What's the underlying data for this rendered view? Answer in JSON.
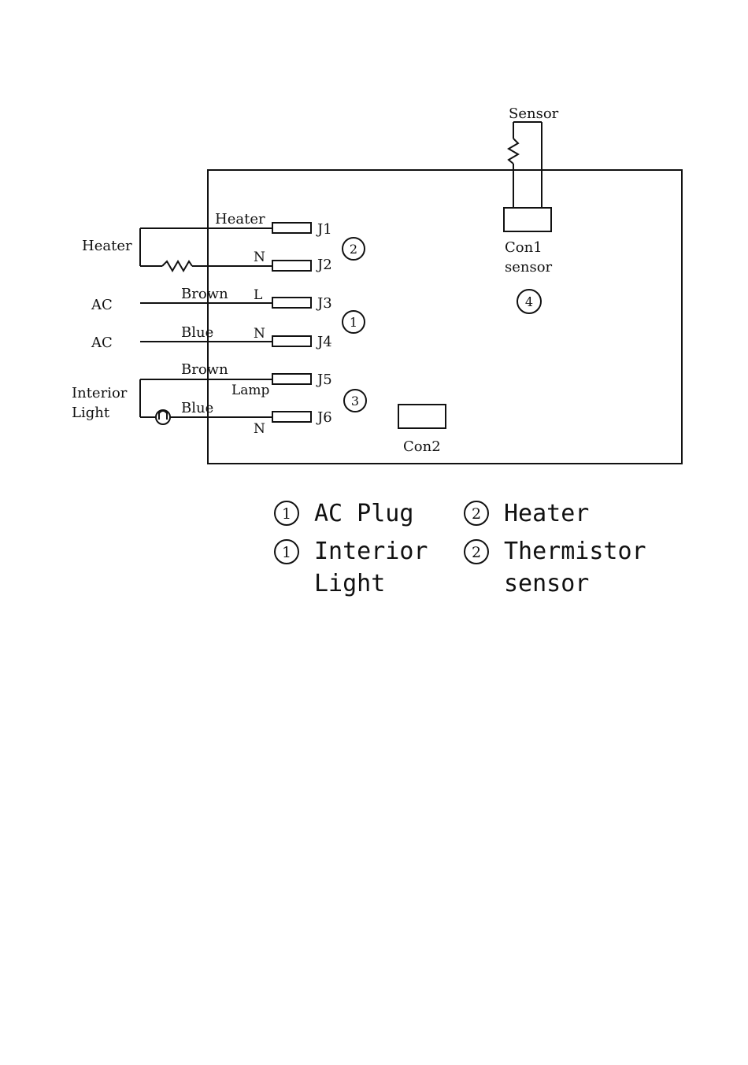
{
  "labels": {
    "sensor_top": "Sensor",
    "heater_side": "Heater",
    "heater_wire": "Heater",
    "n_j2": "N",
    "ac_1": "AC",
    "ac_2": "AC",
    "brown_j3": "Brown",
    "l_j3": "L",
    "blue_j4": "Blue",
    "n_j4": "N",
    "brown_j5": "Brown",
    "lamp": "Lamp",
    "interior": "Interior",
    "light": "Light",
    "blue_j6": "Blue",
    "n_j6": "N",
    "con1": "Con1",
    "con1_sensor": "sensor",
    "con2": "Con2"
  },
  "terminals": [
    "J1",
    "J2",
    "J3",
    "J4",
    "J5",
    "J6"
  ],
  "callouts": {
    "heater": "2",
    "ac": "1",
    "light": "3",
    "sensor": "4"
  },
  "legend": [
    {
      "num": "1",
      "lines": [
        "AC Plug"
      ]
    },
    {
      "num": "2",
      "lines": [
        "Heater"
      ]
    },
    {
      "num": "1",
      "lines": [
        "Interior",
        "Light"
      ]
    },
    {
      "num": "2",
      "lines": [
        "Thermistor",
        "sensor"
      ]
    }
  ]
}
